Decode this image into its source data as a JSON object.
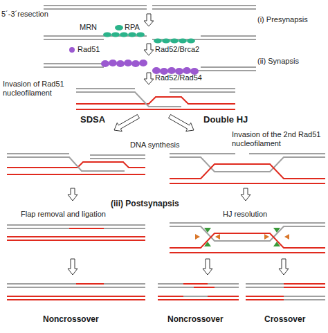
{
  "diagram": {
    "labels": [
      "5´-3´resection",
      "(i) Presynapsis",
      "MRN",
      "RPA",
      "Rad51",
      "Rad52/Brca2",
      "(ii) Synapsis",
      "Rad52/Rad54",
      "Invasion of Rad51 nucleofilament",
      "SDSA",
      "Double HJ",
      "DNA synthesis",
      "Invasion of the 2nd Rad51 nucleofilament",
      "(iii) Postsynapsis",
      "Flap removal and ligation",
      "HJ resolution",
      "Noncrossover",
      "Noncrossover",
      "Crossover"
    ]
  }
}
